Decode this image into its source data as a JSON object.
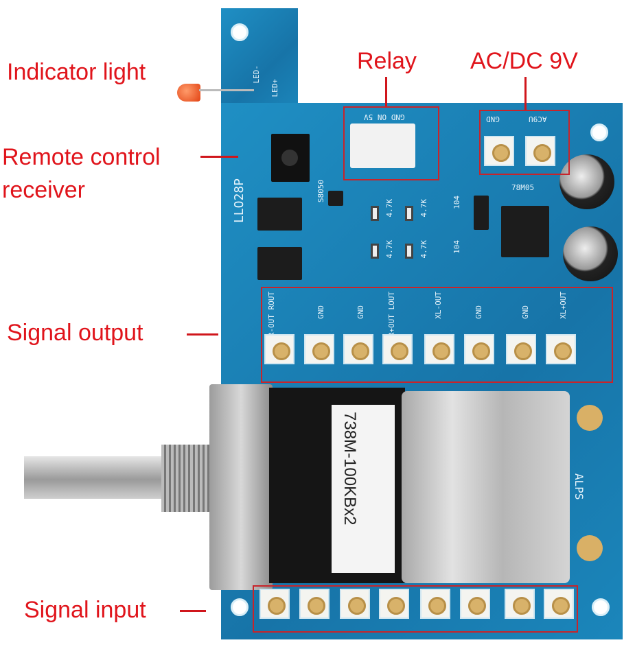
{
  "annotations": {
    "indicator_light": "Indicator light",
    "remote_control_line1": "Remote control",
    "remote_control_line2": "receiver",
    "relay": "Relay",
    "power": "AC/DC 9V",
    "signal_output": "Signal output",
    "signal_input": "Signal input"
  },
  "board": {
    "model": "LLO28P",
    "led_labels": [
      "LED-",
      "LED+"
    ],
    "relay_pins": "GND ON 5V",
    "power_pins": [
      "GND",
      "AC9U"
    ],
    "regulator": "78M05",
    "transistor": "S8050",
    "resistors": [
      "4.7K",
      "4.7K",
      "4.7K",
      "4.7K"
    ],
    "caps": [
      "104",
      "104"
    ],
    "output_pins": [
      "XR-OUT ROUT",
      "GND",
      "GND",
      "XR+OUT LOUT",
      "XL-OUT",
      "GND",
      "GND",
      "XL+OUT"
    ],
    "pot_label": "738M-100KBx2",
    "motor_brand": "ALPS"
  },
  "colors": {
    "annotation": "#e0141b",
    "pcb": "#1b84ba"
  }
}
